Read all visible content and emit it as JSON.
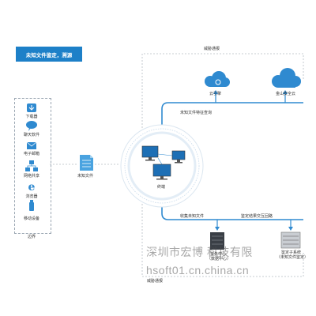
{
  "title": "未知文件鉴定，溯源",
  "sources": {
    "items": [
      {
        "label": "下载器",
        "icon": "download-icon"
      },
      {
        "label": "聊天软件",
        "icon": "chat-icon"
      },
      {
        "label": "电子邮箱",
        "icon": "email-icon"
      },
      {
        "label": "网络共享",
        "icon": "network-share-icon"
      },
      {
        "label": "浏览器",
        "icon": "browser-icon"
      },
      {
        "label": "移动设备",
        "icon": "usb-device-icon"
      }
    ],
    "boundary_label": "边界"
  },
  "unknown_file_label": "未知文件",
  "center": {
    "terminal_label": "终端"
  },
  "cloud": {
    "cloud_engine": "云引擎",
    "security_cloud": "金山安全云",
    "feature_query": "未知文件特征查询",
    "threat_intel": "威胁通报"
  },
  "bottom": {
    "collect": "收集未知文件",
    "return_result": "鉴定结果交互回路",
    "data_center": "鉴先中心",
    "data_center_sub": "（数据中心）",
    "sandbox": "鉴定子系统",
    "sandbox_sub": "（未知文件鉴定）",
    "threat_intel": "威胁通报"
  },
  "watermark": {
    "line1": "深圳市宏博      科技有限",
    "line2": "hsoft01.cn.china.cn"
  },
  "colors": {
    "accent": "#1d80c8",
    "line": "#2f8ad0",
    "dashed": "#b5bcc4"
  }
}
